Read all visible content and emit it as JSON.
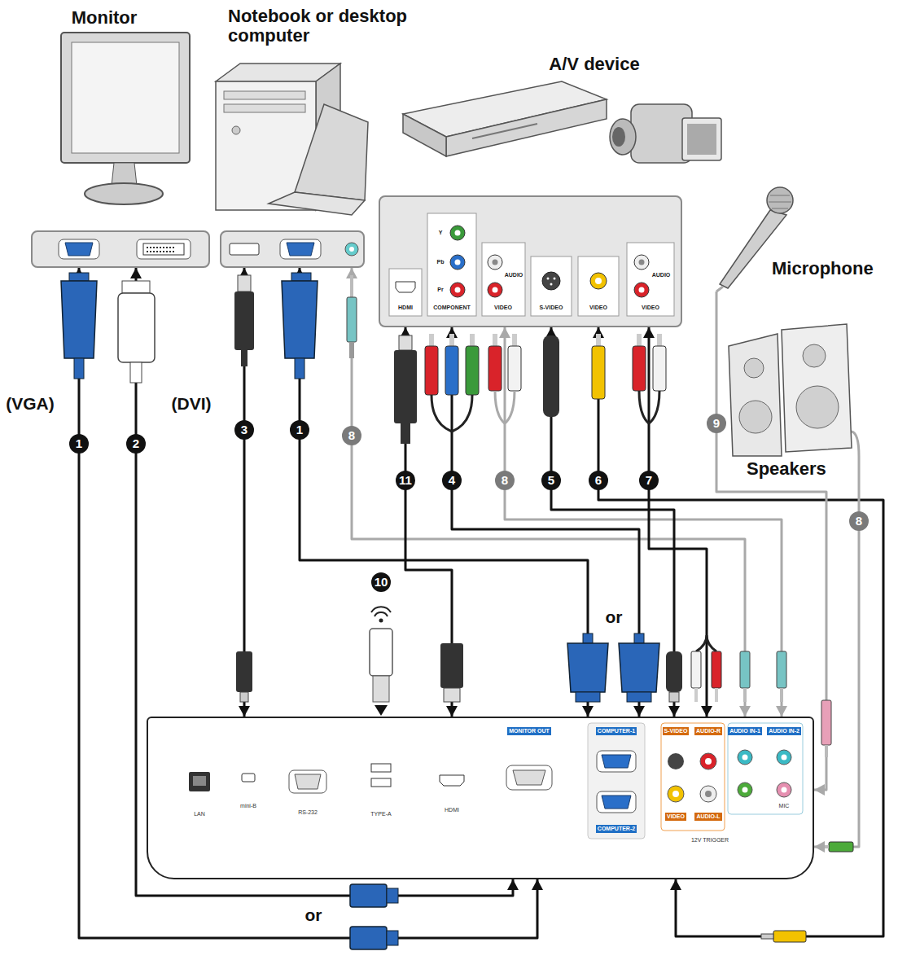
{
  "diagram": {
    "nodes": [
      {
        "text": [
          "Monitor"
        ]
      },
      {
        "text": [
          "Notebook or desktop computer"
        ]
      },
      {
        "text": [
          "A/V device",
          "HDMI",
          "Y",
          "Pb",
          "Pr",
          "COMPONENT",
          "AUDIO",
          "VIDEO",
          "S-VIDEO",
          "VIDEO",
          "AUDIO",
          "VIDEO"
        ]
      },
      {
        "text": [
          "Microphone"
        ]
      },
      {
        "text": [
          "Speakers"
        ]
      },
      {
        "text": [
          "LAN",
          "mini-B",
          "RS-232",
          "TYPE-A",
          "HDMI",
          "MONITOR OUT",
          "COMPUTER-1",
          "COMPUTER-2",
          "S-VIDEO",
          "VIDEO",
          "AUDIO-R",
          "AUDIO-L",
          "AUDIO IN-1",
          "AUDIO IN-2",
          "MIC",
          "12V TRIGGER"
        ]
      }
    ],
    "edges": [
      {
        "from": 0,
        "to": 5,
        "label": "1",
        "arrow": "both"
      },
      {
        "from": 0,
        "to": 5,
        "label": "2",
        "arrow": "both"
      },
      {
        "from": 1,
        "to": 5,
        "label": "3",
        "arrow": "both"
      },
      {
        "from": 1,
        "to": 5,
        "label": "1",
        "arrow": "both"
      },
      {
        "from": 1,
        "to": 5,
        "label": "8",
        "arrow": "both"
      },
      {
        "from": 2,
        "to": 5,
        "label": "11",
        "arrow": "both"
      },
      {
        "from": 2,
        "to": 5,
        "label": "4",
        "arrow": "both"
      },
      {
        "from": 2,
        "to": 5,
        "label": "8",
        "arrow": "both"
      },
      {
        "from": 2,
        "to": 5,
        "label": "5",
        "arrow": "both"
      },
      {
        "from": 2,
        "to": 5,
        "label": "6",
        "arrow": "both"
      },
      {
        "from": 2,
        "to": 5,
        "label": "7",
        "arrow": "both"
      },
      {
        "from": 3,
        "to": 5,
        "label": "9",
        "arrow": "to"
      },
      {
        "from": 4,
        "to": 5,
        "label": "8",
        "arrow": "to"
      }
    ],
    "labels": [
      "(VGA)",
      "(DVI)",
      "10",
      "or",
      "or"
    ]
  }
}
